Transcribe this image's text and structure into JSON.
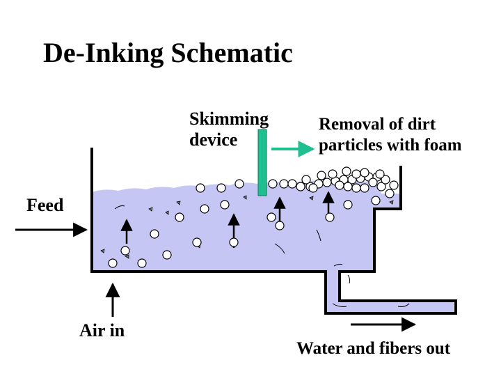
{
  "title": "De-Inking Schematic",
  "labels": {
    "skimming_line1": "Skimming",
    "skimming_line2": "device",
    "removal_line1": "Removal of dirt",
    "removal_line2": "particles with foam",
    "feed": "Feed",
    "air_in": "Air in",
    "water_out": "Water and fibers out"
  },
  "colors": {
    "liquid": "#c6c6f4",
    "skimmer": "#1fbf8f",
    "outline": "#000000",
    "bubble": "#ffffff"
  }
}
